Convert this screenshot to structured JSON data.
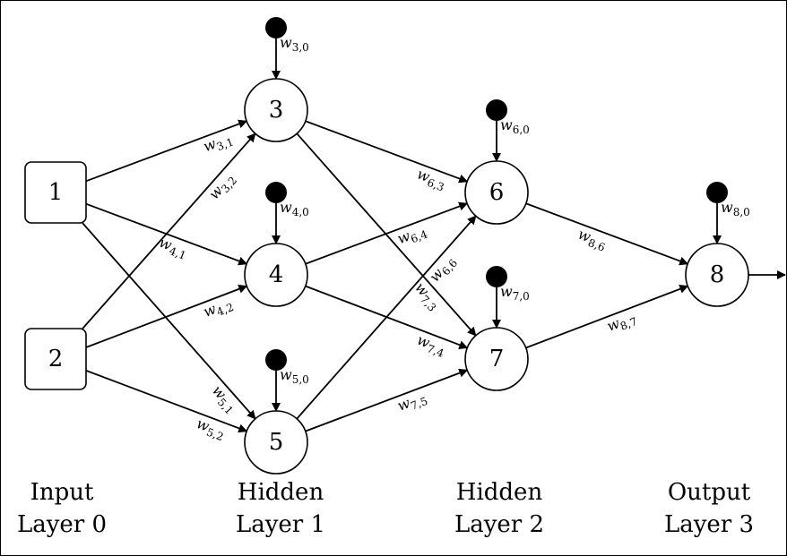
{
  "nodes": [
    {
      "id": "1",
      "shape": "rect"
    },
    {
      "id": "2",
      "shape": "rect"
    },
    {
      "id": "3",
      "shape": "circle"
    },
    {
      "id": "4",
      "shape": "circle"
    },
    {
      "id": "5",
      "shape": "circle"
    },
    {
      "id": "6",
      "shape": "circle"
    },
    {
      "id": "7",
      "shape": "circle"
    },
    {
      "id": "8",
      "shape": "circle"
    }
  ],
  "edges": [
    {
      "from": "1",
      "to": "3",
      "label": "w",
      "sub": "3,1"
    },
    {
      "from": "2",
      "to": "3",
      "label": "w",
      "sub": "3,2"
    },
    {
      "from": "1",
      "to": "4",
      "label": "w",
      "sub": "4,1"
    },
    {
      "from": "2",
      "to": "4",
      "label": "w",
      "sub": "4,2"
    },
    {
      "from": "1",
      "to": "5",
      "label": "w",
      "sub": "5,1"
    },
    {
      "from": "2",
      "to": "5",
      "label": "w",
      "sub": "5,2"
    },
    {
      "from": "3",
      "to": "6",
      "label": "w",
      "sub": "6,3"
    },
    {
      "from": "4",
      "to": "6",
      "label": "w",
      "sub": "6,4"
    },
    {
      "from": "5",
      "to": "6",
      "label": "w",
      "sub": "6,6"
    },
    {
      "from": "3",
      "to": "7",
      "label": "w",
      "sub": "7,3"
    },
    {
      "from": "4",
      "to": "7",
      "label": "w",
      "sub": "7,4"
    },
    {
      "from": "5",
      "to": "7",
      "label": "w",
      "sub": "7,5"
    },
    {
      "from": "6",
      "to": "8",
      "label": "w",
      "sub": "8,6"
    },
    {
      "from": "7",
      "to": "8",
      "label": "w",
      "sub": "8,7"
    }
  ],
  "biases": [
    {
      "node": "3",
      "label": "w",
      "sub": "3,0"
    },
    {
      "node": "4",
      "label": "w",
      "sub": "4,0"
    },
    {
      "node": "5",
      "label": "w",
      "sub": "5,0"
    },
    {
      "node": "6",
      "label": "w",
      "sub": "6,0"
    },
    {
      "node": "7",
      "label": "w",
      "sub": "7,0"
    },
    {
      "node": "8",
      "label": "w",
      "sub": "8,0"
    }
  ],
  "layers": [
    {
      "line1": "Input",
      "line2": "Layer 0"
    },
    {
      "line1": "Hidden",
      "line2": "Layer 1"
    },
    {
      "line1": "Hidden",
      "line2": "Layer 2"
    },
    {
      "line1": "Output",
      "line2": "Layer 3"
    }
  ]
}
